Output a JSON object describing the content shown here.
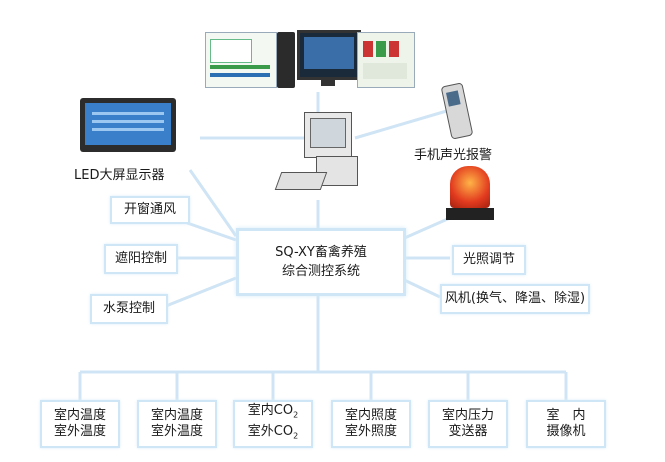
{
  "center": {
    "line1": "SQ-XY畜禽养殖",
    "line2": "综合测控系统"
  },
  "devices": {
    "led_label": "LED大屏显示器",
    "alarm_label": "手机声光报警"
  },
  "left_controls": [
    "开窗通风",
    "遮阳控制",
    "水泵控制"
  ],
  "right_controls": [
    "光照调节",
    "风机(换气、降温、除湿)"
  ],
  "sensors": [
    {
      "line1": "室内温度",
      "line2": "室外温度"
    },
    {
      "line1": "室内温度",
      "line2": "室外温度"
    },
    {
      "line1": "室内CO",
      "line1_sub": "2",
      "line2": "室外CO",
      "line2_sub": "2"
    },
    {
      "line1": "室内照度",
      "line2": "室外照度"
    },
    {
      "line1": "室内压力",
      "line2": "变送器"
    },
    {
      "line1": "室　内",
      "line2": "摄像机"
    }
  ],
  "colors": {
    "wire": "#cfe4f4",
    "box_border": "#cfe6f6",
    "led_panel": "#3a7fc9"
  }
}
